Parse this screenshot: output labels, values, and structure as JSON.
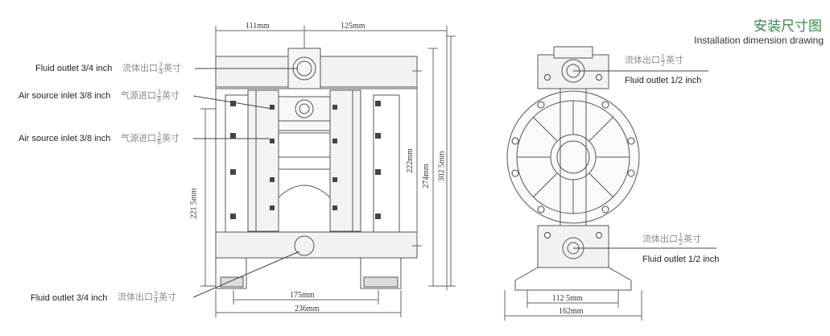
{
  "header": {
    "title_cn": "安装尺寸图",
    "title_en": "Installation dimension drawing"
  },
  "front_view": {
    "labels": {
      "fluid_outlet_top": "Fluid outlet 3/4 inch",
      "fluid_outlet_top_cn": "流体出口",
      "air_inlet_1": "Air source inlet 3/8 inch",
      "air_inlet_1_cn": "气源进口",
      "air_inlet_2": "Air source inlet 3/8 inch",
      "air_inlet_2_cn": "气源进口",
      "fluid_outlet_bottom": "Fluid outlet 3/4 inch",
      "fluid_outlet_bottom_cn": "流体出口",
      "inch_cn": "英寸",
      "frac_34_num": "3",
      "frac_34_den": "4",
      "frac_38_num": "3",
      "frac_38_den": "8"
    },
    "dimensions": {
      "d111": "111mm",
      "d125": "125mm",
      "d222": "222mm",
      "d274": "274mm",
      "d302": "302 5mm",
      "d221": "221 5mm",
      "d175": "175mm",
      "d236": "236mm"
    }
  },
  "side_view": {
    "labels": {
      "fluid_outlet_top": "Fluid outlet 1/2 inch",
      "fluid_outlet_top_cn": "流体出口",
      "fluid_outlet_bottom": "Fluid outlet 1/2 inch",
      "fluid_outlet_bottom_cn": "流体出口",
      "inch_cn": "英寸",
      "frac_12_num": "1",
      "frac_12_den": "2"
    },
    "dimensions": {
      "d112": "112 5mm",
      "d162": "162mm"
    }
  },
  "colors": {
    "header_accent": "#3a8a4a",
    "line": "#555555"
  }
}
